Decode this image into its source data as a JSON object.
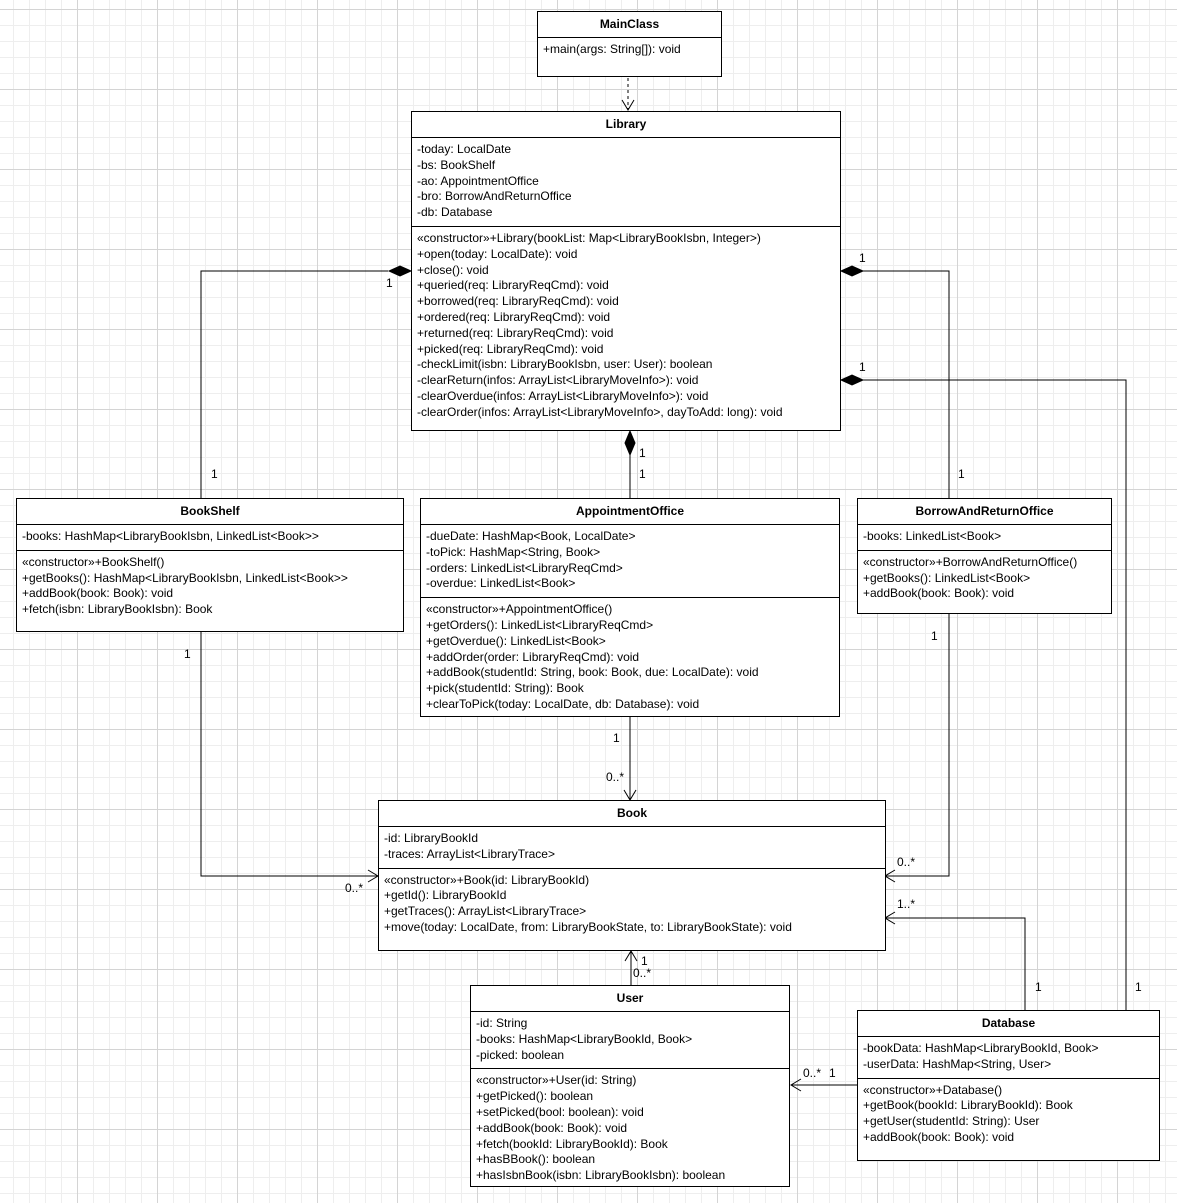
{
  "classes": {
    "mainclass": {
      "name": "MainClass",
      "attributes": [],
      "operations": [
        "+main(args: String[]): void"
      ]
    },
    "library": {
      "name": "Library",
      "attributes": [
        "-today: LocalDate",
        "-bs: BookShelf",
        "-ao: AppointmentOffice",
        "-bro: BorrowAndReturnOffice",
        "-db: Database"
      ],
      "operations": [
        "«constructor»+Library(bookList: Map<LibraryBookIsbn, Integer>)",
        "+open(today: LocalDate): void",
        "+close(): void",
        "+queried(req: LibraryReqCmd): void",
        "+borrowed(req: LibraryReqCmd): void",
        "+ordered(req: LibraryReqCmd): void",
        "+returned(req: LibraryReqCmd): void",
        "+picked(req: LibraryReqCmd): void",
        "-checkLimit(isbn: LibraryBookIsbn, user: User): boolean",
        "-clearReturn(infos: ArrayList<LibraryMoveInfo>): void",
        "-clearOverdue(infos: ArrayList<LibraryMoveInfo>): void",
        "-clearOrder(infos: ArrayList<LibraryMoveInfo>, dayToAdd: long): void"
      ]
    },
    "bookshelf": {
      "name": "BookShelf",
      "attributes": [
        "-books: HashMap<LibraryBookIsbn, LinkedList<Book>>"
      ],
      "operations": [
        "«constructor»+BookShelf()",
        "+getBooks(): HashMap<LibraryBookIsbn, LinkedList<Book>>",
        "+addBook(book: Book): void",
        "+fetch(isbn: LibraryBookIsbn): Book"
      ]
    },
    "appointment": {
      "name": "AppointmentOffice",
      "attributes": [
        "-dueDate: HashMap<Book, LocalDate>",
        "-toPick: HashMap<String, Book>",
        "-orders: LinkedList<LibraryReqCmd>",
        "-overdue: LinkedList<Book>"
      ],
      "operations": [
        "«constructor»+AppointmentOffice()",
        "+getOrders(): LinkedList<LibraryReqCmd>",
        "+getOverdue(): LinkedList<Book>",
        "+addOrder(order: LibraryReqCmd): void",
        "+addBook(studentId: String, book: Book, due: LocalDate): void",
        "+pick(studentId: String): Book",
        "+clearToPick(today: LocalDate, db: Database): void"
      ]
    },
    "borrow": {
      "name": "BorrowAndReturnOffice",
      "attributes": [
        "-books: LinkedList<Book>"
      ],
      "operations": [
        "«constructor»+BorrowAndReturnOffice()",
        "+getBooks(): LinkedList<Book>",
        "+addBook(book: Book): void"
      ]
    },
    "book": {
      "name": "Book",
      "attributes": [
        "-id: LibraryBookId",
        "-traces: ArrayList<LibraryTrace>"
      ],
      "operations": [
        "«constructor»+Book(id: LibraryBookId)",
        "+getId(): LibraryBookId",
        "+getTraces(): ArrayList<LibraryTrace>",
        "+move(today: LocalDate, from: LibraryBookState, to: LibraryBookState): void"
      ]
    },
    "user": {
      "name": "User",
      "attributes": [
        "-id: String",
        "-books: HashMap<LibraryBookId, Book>",
        "-picked: boolean"
      ],
      "operations": [
        "«constructor»+User(id: String)",
        "+getPicked(): boolean",
        "+setPicked(bool: boolean): void",
        "+addBook(book: Book): void",
        "+fetch(bookId: LibraryBookId): Book",
        "+hasBBook(): boolean",
        "+hasIsbnBook(isbn: LibraryBookIsbn): boolean"
      ]
    },
    "database": {
      "name": "Database",
      "attributes": [
        "-bookData: HashMap<LibraryBookId, Book>",
        "-userData: HashMap<String, User>"
      ],
      "operations": [
        "«constructor»+Database()",
        "+getBook(bookId: LibraryBookId): Book",
        "+getUser(studentId: String): User",
        "+addBook(book: Book): void"
      ]
    }
  },
  "multiplicities": {
    "lib_bs_lib": "1",
    "lib_bs_bs": "1",
    "lib_bro_lib": "1",
    "lib_bro_bro": "1",
    "lib_db_lib": "1",
    "lib_ao_lib": "1",
    "lib_ao_ao": "1",
    "bs_book_bs": "1",
    "bs_book_book": "0..*",
    "ao_book_ao": "1",
    "ao_book_book": "0..*",
    "bro_book_bro": "1",
    "bro_book_book": "0..*",
    "db_book_book": "1..*",
    "db_book_db": "1",
    "db_lib_db": "1",
    "user_book_book": "1",
    "user_book_user": "0..*",
    "db_user_user": "0..*",
    "db_user_db": "1"
  }
}
